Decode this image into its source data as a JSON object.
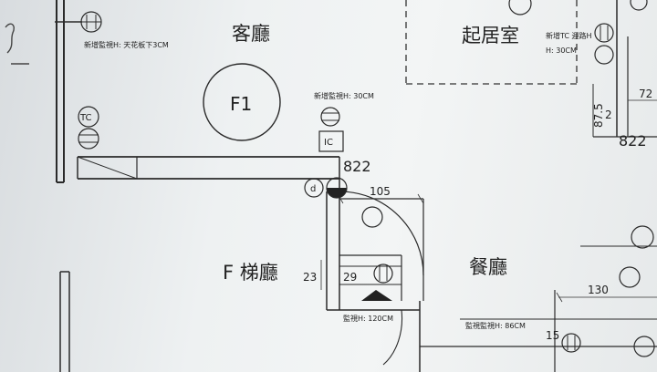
{
  "rooms": {
    "living": "客廳",
    "family": "起居室",
    "dining": "餐廳",
    "stair": "F 梯廳"
  },
  "fixtures": {
    "f1": "F1",
    "tc_left": "TC",
    "ic": "IC",
    "d": "d"
  },
  "notes": {
    "ceiling_note": "新增監視H: 天花板下3CM",
    "mid_note": "新增監視H: 30CM",
    "right_note_1": "新增TC 迴路H",
    "right_note_2": "H: 30CM",
    "bottom_note": "監視H: 120CM",
    "bottom_right_note": "監視監視H: 86CM"
  },
  "dimensions": {
    "d105": "105",
    "d23": "23",
    "d29": "29",
    "d130": "130",
    "d87_5": "87.5",
    "d72": "72",
    "d2": "2",
    "d15": "15"
  },
  "colors": {
    "line": "#2a2a2a",
    "paper": "#eef1f2"
  }
}
